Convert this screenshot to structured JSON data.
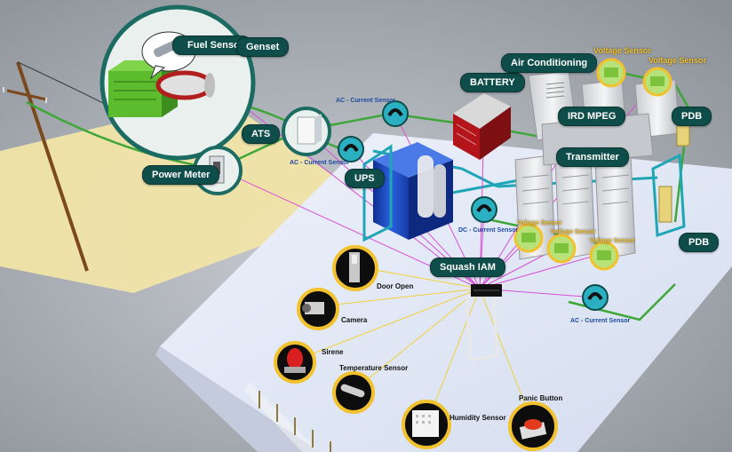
{
  "labels": {
    "fuel_sensor": "Fuel Sensor",
    "genset": "Genset",
    "ats": "ATS",
    "power_meter": "Power Meter",
    "ups": "UPS",
    "battery": "BATTERY",
    "air_conditioning": "Air Conditioning",
    "ird_mpeg": "IRD MPEG",
    "transmitter": "Transmitter",
    "pdb_top": "PDB",
    "pdb_right": "PDB",
    "squash_iam": "Squash IAM",
    "voltage_sensor_1": "Voltage Sensor",
    "voltage_sensor_2": "Voltage Sensor",
    "voltage_sensor_3": "Voltage Sensor",
    "voltage_sensor_4": "Voltage Sensor",
    "voltage_sensor_5": "Voltage Sensor",
    "ac_current_sensor_1": "AC - Current Sensor",
    "ac_current_sensor_2": "AC - Current Sensor",
    "ac_current_sensor_3": "AC - Current Sensor",
    "dc_current_sensor": "DC - Current Sensor",
    "door_open": "Door Open",
    "camera": "Camera",
    "sirene": "Sirene",
    "temperature_sensor": "Temperature Sensor",
    "humidity_sensor": "Humidity Sensor",
    "panic_button": "Panic Button"
  },
  "colors": {
    "background": "#9aa0a6",
    "ground": "#f1e4a8",
    "floor": "#dfe6f3",
    "tag_fill": "#0f4d4a",
    "cable_green": "#3fa63a",
    "cable_cyan": "#1fa6b6",
    "signal_magenta": "#d64fd6",
    "signal_yellow": "#f3d03a",
    "sensor_yellow": "#f2c12e",
    "ups_blue": "#1b48c2",
    "battery_red": "#b3151b",
    "genset_green": "#5dbb2e"
  }
}
